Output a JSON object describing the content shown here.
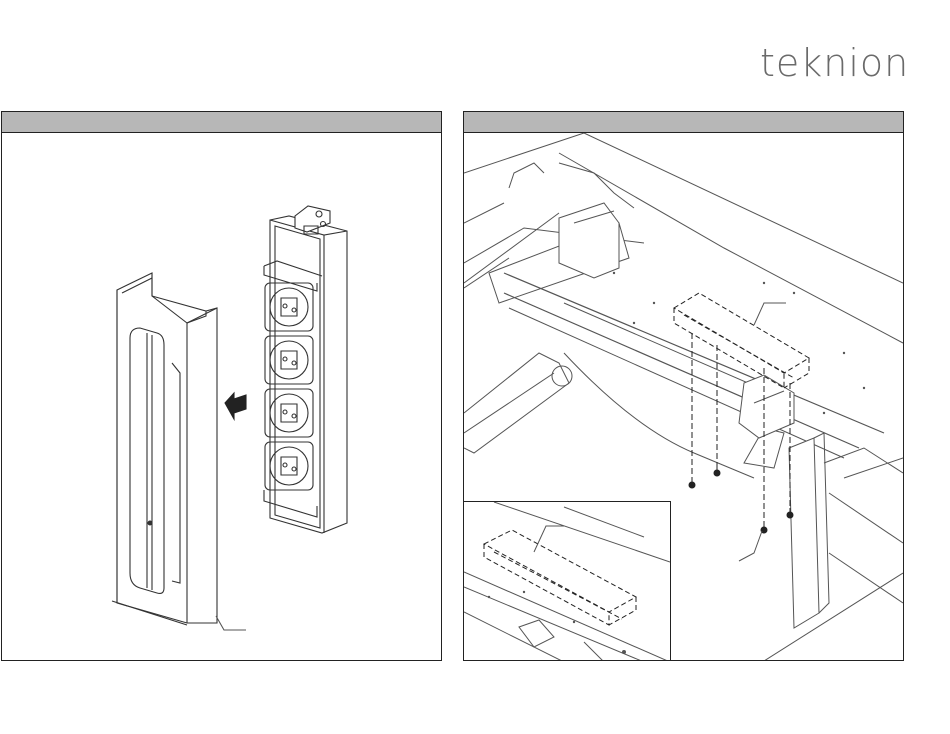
{
  "brand": {
    "logo_text": "teknion",
    "color": "#6a6a6a"
  },
  "panels": [
    {
      "header_color": "#b7b7b7",
      "illustration": "power-strip-into-cover"
    },
    {
      "header_color": "#b7b7b7",
      "illustration": "desk-underside-mounting"
    }
  ],
  "icons": {
    "arrow": "left-arrow-icon",
    "screw": "screw-icon",
    "outlet": "outlet-icon"
  }
}
